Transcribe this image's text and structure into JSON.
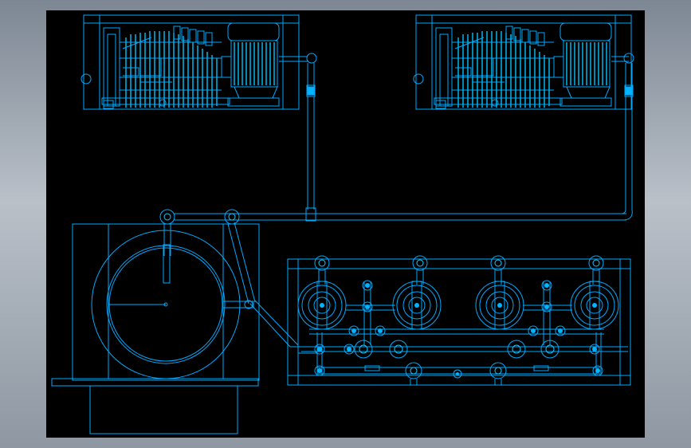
{
  "viewer": {
    "background": "#000000",
    "line_color": "#00aaff",
    "frame_color": "#8a939e"
  },
  "components": [
    {
      "name": "filter-press-unit-left"
    },
    {
      "name": "filter-press-unit-right"
    },
    {
      "name": "pipe-run"
    },
    {
      "name": "storage-tank"
    },
    {
      "name": "pump-manifold"
    }
  ]
}
